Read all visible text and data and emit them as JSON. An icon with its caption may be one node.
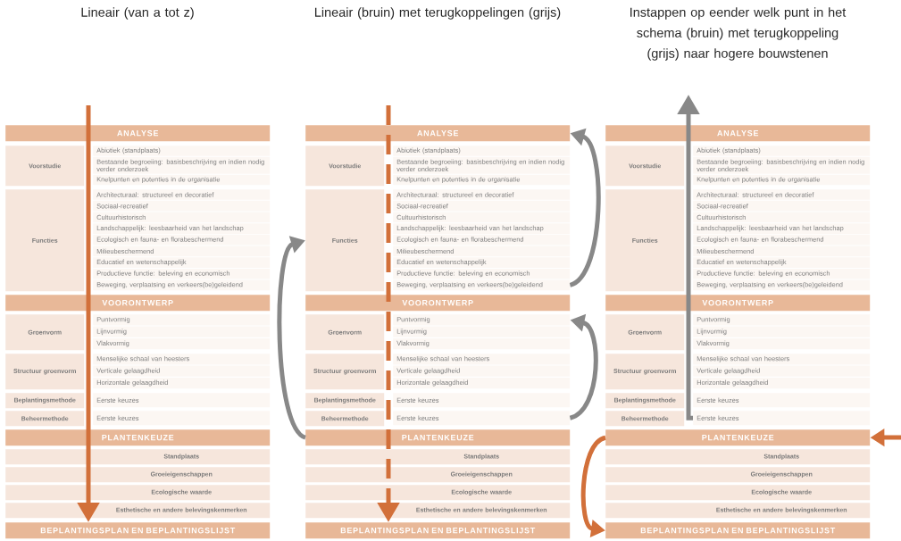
{
  "diagram": {
    "nodes": [
      {
        "text": [
          "ANALYSE"
        ]
      },
      {
        "text": [
          "Voorstudie"
        ]
      },
      {
        "text": [
          "Abiotiek (standplaats)"
        ]
      },
      {
        "text": [
          "Bestaande begroeiing: basisbeschrijving en indien nodig verder onderzoek"
        ]
      },
      {
        "text": [
          "Knelpunten en potenties in de organisatie"
        ]
      },
      {
        "text": [
          "Functies"
        ]
      },
      {
        "text": [
          "Architecturaal: structureel en decoratief"
        ]
      },
      {
        "text": [
          "Sociaal-recreatief"
        ]
      },
      {
        "text": [
          "Cultuurhistorisch"
        ]
      },
      {
        "text": [
          "Landschappelijk: leesbaarheid van het landschap"
        ]
      },
      {
        "text": [
          "Ecologisch en fauna- en florabeschermend"
        ]
      },
      {
        "text": [
          "Milieubeschermend"
        ]
      },
      {
        "text": [
          "Educatief en wetenschappelijk"
        ]
      },
      {
        "text": [
          "Productieve functie: beleving en economisch"
        ]
      },
      {
        "text": [
          "Beweging, verplaatsing en verkeers(be)geleidend"
        ]
      },
      {
        "text": [
          "VOORONTWERP"
        ]
      },
      {
        "text": [
          "Groenvorm"
        ]
      },
      {
        "text": [
          "Puntvormig"
        ]
      },
      {
        "text": [
          "Lijnvormig"
        ]
      },
      {
        "text": [
          "Vlakvormig"
        ]
      },
      {
        "text": [
          "Structuur groenvorm"
        ]
      },
      {
        "text": [
          "Menselijke schaal van heesters"
        ]
      },
      {
        "text": [
          "Verticale gelaagdheid"
        ]
      },
      {
        "text": [
          "Horizontale gelaagdheid"
        ]
      },
      {
        "text": [
          "Beplantingsmethode"
        ]
      },
      {
        "text": [
          "Eerste keuzes"
        ]
      },
      {
        "text": [
          "Beheermethode"
        ]
      },
      {
        "text": [
          "Eerste keuzes"
        ]
      },
      {
        "text": [
          "PLANTENKEUZE"
        ]
      },
      {
        "text": [
          "Standplaats"
        ]
      },
      {
        "text": [
          "Groeieigenschappen"
        ]
      },
      {
        "text": [
          "Ecologische waarde"
        ]
      },
      {
        "text": [
          "Esthetische en andere belevingskenmerken"
        ]
      },
      {
        "text": [
          "BEPLANTINGSPLAN EN BEPLANTINGSLIJST"
        ]
      },
      {
        "text": [
          "ANALYSE"
        ]
      },
      {
        "text": [
          "Voorstudie"
        ]
      },
      {
        "text": [
          "Abiotiek (standplaats)"
        ]
      },
      {
        "text": [
          "Bestaande begroeiing: basisbeschrijving en indien nodig verder onderzoek"
        ]
      },
      {
        "text": [
          "Knelpunten en potenties in de organisatie"
        ]
      },
      {
        "text": [
          "Functies"
        ]
      },
      {
        "text": [
          "Architecturaal: structureel en decoratief"
        ]
      },
      {
        "text": [
          "Sociaal-recreatief"
        ]
      },
      {
        "text": [
          "Cultuurhistorisch"
        ]
      },
      {
        "text": [
          "Landschappelijk: leesbaarheid van het landschap"
        ]
      },
      {
        "text": [
          "Ecologisch en fauna- en florabeschermend"
        ]
      },
      {
        "text": [
          "Milieubeschermend"
        ]
      },
      {
        "text": [
          "Educatief en wetenschappelijk"
        ]
      },
      {
        "text": [
          "Productieve functie: beleving en economisch"
        ]
      },
      {
        "text": [
          "Beweging, verplaatsing en verkeers(be)geleidend"
        ]
      },
      {
        "text": [
          "VOORONTWERP"
        ]
      },
      {
        "text": [
          "Groenvorm"
        ]
      },
      {
        "text": [
          "Puntvormig"
        ]
      },
      {
        "text": [
          "Lijnvormig"
        ]
      },
      {
        "text": [
          "Vlakvormig"
        ]
      },
      {
        "text": [
          "Structuur groenvorm"
        ]
      },
      {
        "text": [
          "Menselijke schaal van heesters"
        ]
      },
      {
        "text": [
          "Verticale gelaagdheid"
        ]
      },
      {
        "text": [
          "Horizontale gelaagdheid"
        ]
      },
      {
        "text": [
          "Beplantingsmethode"
        ]
      },
      {
        "text": [
          "Eerste keuzes"
        ]
      },
      {
        "text": [
          "Beheermethode"
        ]
      },
      {
        "text": [
          "Eerste keuzes"
        ]
      },
      {
        "text": [
          "PLANTENKEUZE"
        ]
      },
      {
        "text": [
          "Standplaats"
        ]
      },
      {
        "text": [
          "Groeieigenschappen"
        ]
      },
      {
        "text": [
          "Ecologische waarde"
        ]
      },
      {
        "text": [
          "Esthetische en andere belevingskenmerken"
        ]
      },
      {
        "text": [
          "BEPLANTINGSPLAN EN BEPLANTINGSLIJST"
        ]
      },
      {
        "text": [
          "ANALYSE"
        ]
      },
      {
        "text": [
          "Voorstudie"
        ]
      },
      {
        "text": [
          "Abiotiek (standplaats)"
        ]
      },
      {
        "text": [
          "Bestaande begroeiing: basisbeschrijving en indien nodig verder onderzoek"
        ]
      },
      {
        "text": [
          "Knelpunten en potenties in de organisatie"
        ]
      },
      {
        "text": [
          "Functies"
        ]
      },
      {
        "text": [
          "Architecturaal: structureel en decoratief"
        ]
      },
      {
        "text": [
          "Sociaal-recreatief"
        ]
      },
      {
        "text": [
          "Cultuurhistorisch"
        ]
      },
      {
        "text": [
          "Landschappelijk: leesbaarheid van het landschap"
        ]
      },
      {
        "text": [
          "Ecologisch en fauna- en florabeschermend"
        ]
      },
      {
        "text": [
          "Milieubeschermend"
        ]
      },
      {
        "text": [
          "Educatief en wetenschappelijk"
        ]
      },
      {
        "text": [
          "Productieve functie: beleving en economisch"
        ]
      },
      {
        "text": [
          "Beweging, verplaatsing en verkeers(be)geleidend"
        ]
      },
      {
        "text": [
          "VOORONTWERP"
        ]
      },
      {
        "text": [
          "Groenvorm"
        ]
      },
      {
        "text": [
          "Puntvormig"
        ]
      },
      {
        "text": [
          "Lijnvormig"
        ]
      },
      {
        "text": [
          "Vlakvormig"
        ]
      },
      {
        "text": [
          "Structuur groenvorm"
        ]
      },
      {
        "text": [
          "Menselijke schaal van heesters"
        ]
      },
      {
        "text": [
          "Verticale gelaagdheid"
        ]
      },
      {
        "text": [
          "Horizontale gelaagdheid"
        ]
      },
      {
        "text": [
          "Beplantingsmethode"
        ]
      },
      {
        "text": [
          "Eerste keuzes"
        ]
      },
      {
        "text": [
          "Beheermethode"
        ]
      },
      {
        "text": [
          "Eerste keuzes"
        ]
      },
      {
        "text": [
          "PLANTENKEUZE"
        ]
      },
      {
        "text": [
          "Standplaats"
        ]
      },
      {
        "text": [
          "Groeieigenschappen"
        ]
      },
      {
        "text": [
          "Ecologische waarde"
        ]
      },
      {
        "text": [
          "Esthetische en andere belevingskenmerken"
        ]
      },
      {
        "text": [
          "BEPLANTINGSPLAN EN BEPLANTINGSLIJST"
        ]
      }
    ],
    "edges": [
      {
        "from": null,
        "to": 33,
        "arrow": "to",
        "color": "#d2703a"
      },
      {
        "from": null,
        "to": 67,
        "arrow": "to",
        "style": "dashed",
        "color": "#d2703a"
      },
      {
        "from": 62,
        "to": 39,
        "arrow": "to",
        "color": "#888888"
      },
      {
        "from": 48,
        "to": 34,
        "arrow": "to",
        "color": "#888888"
      },
      {
        "from": 61,
        "to": 51,
        "arrow": "to",
        "color": "#888888"
      },
      {
        "from": 95,
        "to": null,
        "arrow": "to",
        "color": "#888888"
      },
      {
        "from": null,
        "to": 96,
        "arrow": "to",
        "color": "#d2703a"
      },
      {
        "from": 96,
        "to": 101,
        "arrow": "to",
        "color": "#d2703a"
      }
    ],
    "labels": [
      "Lineair (van a tot z)",
      "Lineair (bruin) met terugkoppelingen (grijs)",
      "Instappen op eender welk punt in het schema (bruin) met terugkoppeling (grijs) naar hogere bouwstenen"
    ]
  }
}
